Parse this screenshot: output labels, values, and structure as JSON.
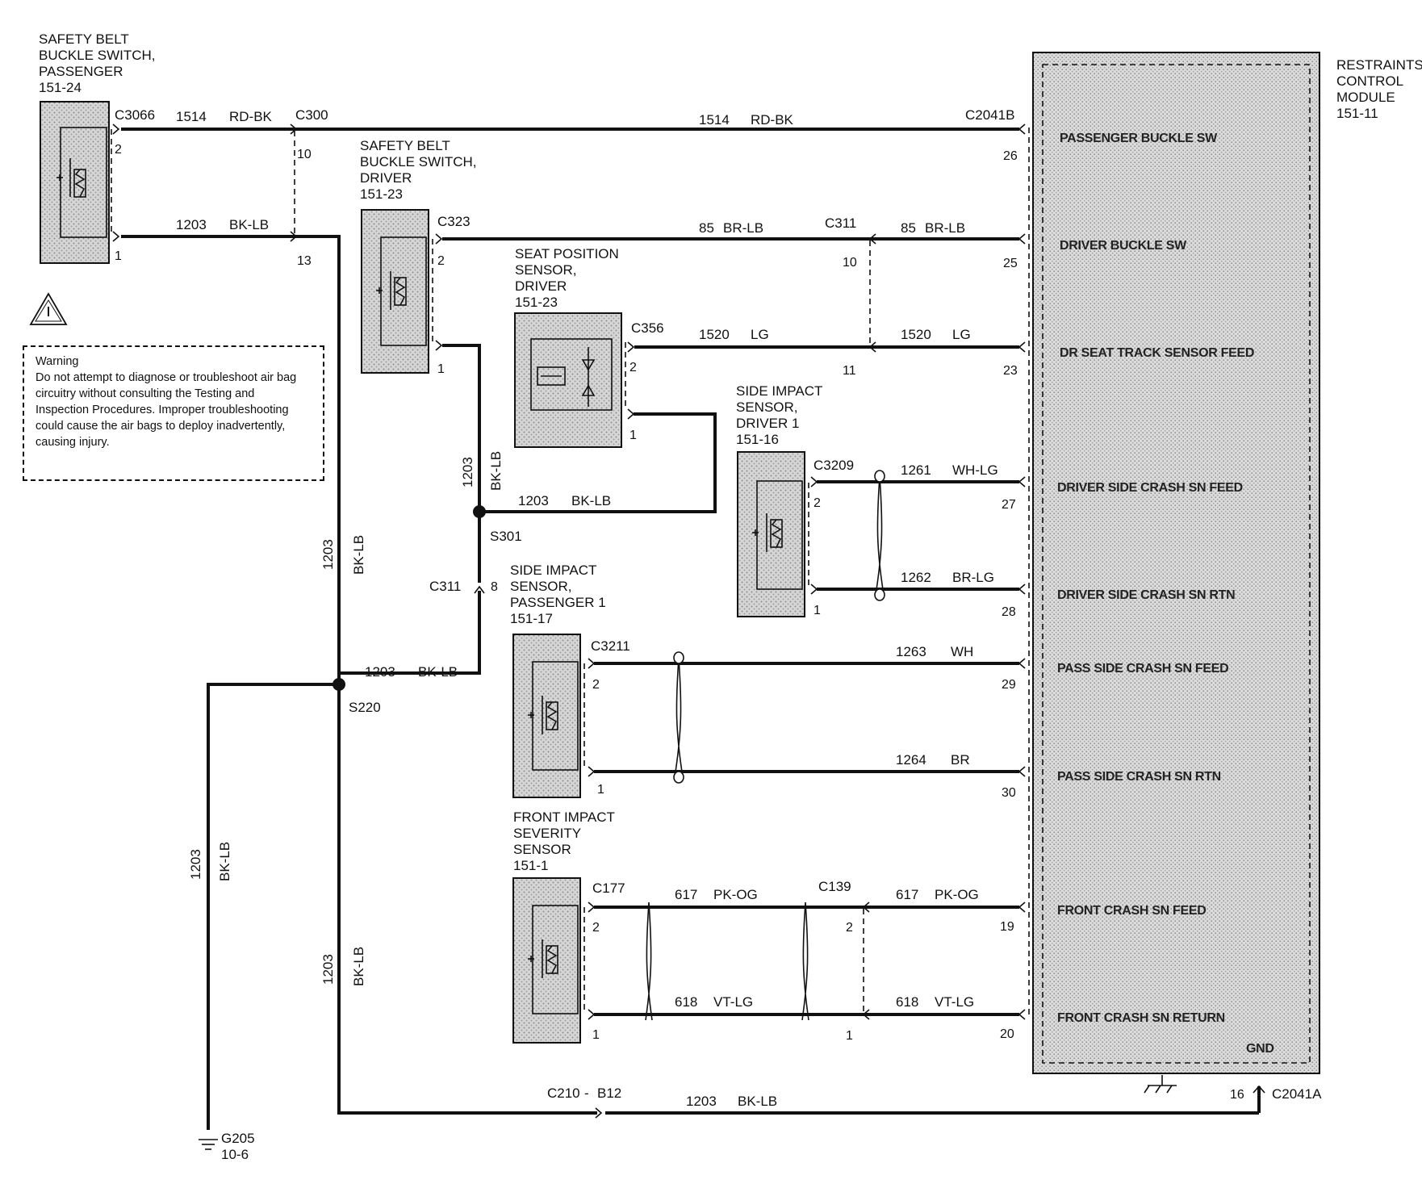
{
  "components": {
    "pass_buckle": {
      "title": [
        "SAFETY BELT",
        "BUCKLE SWITCH,",
        "PASSENGER",
        "151-24"
      ]
    },
    "drv_buckle": {
      "title": [
        "SAFETY BELT",
        "BUCKLE SWITCH,",
        "DRIVER",
        "151-23"
      ]
    },
    "seat_sensor": {
      "title": [
        "SEAT POSITION",
        "SENSOR,",
        "DRIVER",
        "151-23"
      ]
    },
    "side_drv": {
      "title": [
        "SIDE IMPACT",
        "SENSOR,",
        "DRIVER 1",
        "151-16"
      ]
    },
    "side_pass": {
      "title": [
        "SIDE IMPACT",
        "SENSOR,",
        "PASSENGER 1",
        "151-17"
      ]
    },
    "front_sensor": {
      "title": [
        "FRONT IMPACT",
        "SEVERITY",
        "SENSOR",
        "151-1"
      ]
    },
    "rcm": {
      "title": [
        "RESTRAINTS",
        "CONTROL",
        "MODULE",
        "151-11"
      ]
    }
  },
  "rcm_pins": [
    {
      "name": "PASSENGER BUCKLE SW",
      "pin": "26"
    },
    {
      "name": "DRIVER BUCKLE SW",
      "pin": "25"
    },
    {
      "name": "DR SEAT TRACK SENSOR FEED",
      "pin": "23"
    },
    {
      "name": "DRIVER SIDE CRASH SN FEED",
      "pin": "27"
    },
    {
      "name": "DRIVER SIDE CRASH SN RTN",
      "pin": "28"
    },
    {
      "name": "PASS SIDE CRASH SN FEED",
      "pin": "29"
    },
    {
      "name": "PASS SIDE CRASH SN RTN",
      "pin": "30"
    },
    {
      "name": "FRONT CRASH SN FEED",
      "pin": "19"
    },
    {
      "name": "FRONT CRASH SN RETURN",
      "pin": "20"
    }
  ],
  "rcm_gnd": {
    "name": "GND",
    "pin": "16",
    "connector": "C2041A"
  },
  "connectors": {
    "c3066": "C3066",
    "c300": "C300",
    "c2041b": "C2041B",
    "c323": "C323",
    "c311": "C311",
    "c356": "C356",
    "c3209": "C3209",
    "c3211": "C3211",
    "c177": "C177",
    "c139": "C139",
    "c210": "C210",
    "b12": "B12"
  },
  "splices": {
    "s301": "S301",
    "s220": "S220"
  },
  "ground": {
    "id": "G205",
    "ref": "10-6"
  },
  "circuits": {
    "c1514": "1514",
    "rdbk": "RD-BK",
    "c1203": "1203",
    "bklb": "BK-LB",
    "c85": "85",
    "brlb": "BR-LB",
    "c1520": "1520",
    "lg": "LG",
    "c1261": "1261",
    "whlg": "WH-LG",
    "c1262": "1262",
    "brlg": "BR-LG",
    "c1263": "1263",
    "wh": "WH",
    "c1264": "1264",
    "br": "BR",
    "c617": "617",
    "pkog": "PK-OG",
    "c618": "618",
    "vtlg": "VT-LG"
  },
  "pins": {
    "p1": "1",
    "p2": "2",
    "p8": "8",
    "p10": "10",
    "p11": "11",
    "p13": "13"
  },
  "warning": {
    "heading": "Warning",
    "lines": [
      "Do not attempt to diagnose or troubleshoot air bag",
      "circuitry without consulting the Testing and",
      "Inspection Procedures. Improper troubleshooting",
      "could cause the air bags to deploy inadvertently,",
      "causing injury."
    ]
  }
}
